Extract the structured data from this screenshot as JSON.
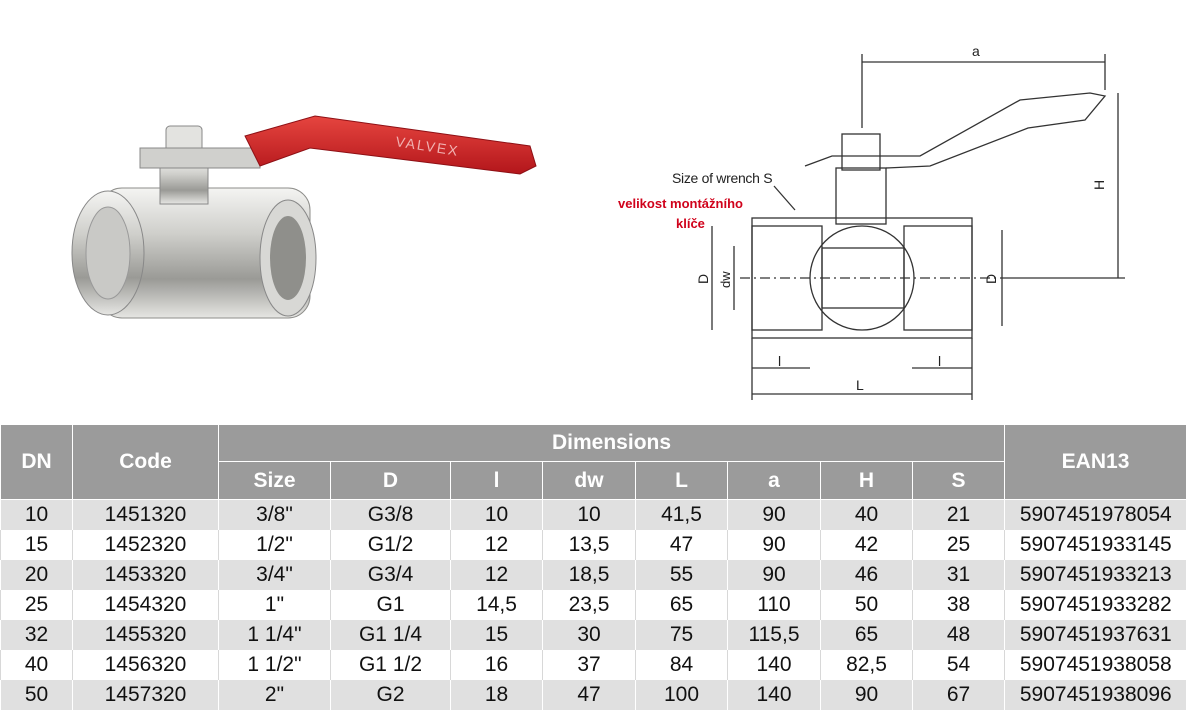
{
  "drawing": {
    "wrench_label": "Size of wrench S",
    "wrench_label_cz_line1": "velikost montážního",
    "wrench_label_cz_line2": "klíče",
    "dim_a": "a",
    "dim_H": "H",
    "dim_D_left": "D",
    "dim_dw": "dw",
    "dim_D_right": "D",
    "dim_l_left": "l",
    "dim_l_right": "l",
    "dim_L": "L",
    "handle_brand": "VALVEX"
  },
  "table": {
    "head": {
      "dn": "DN",
      "code": "Code",
      "dimensions": "Dimensions",
      "ean": "EAN13",
      "sub": [
        "Size",
        "D",
        "l",
        "dw",
        "L",
        "a",
        "H",
        "S"
      ]
    },
    "rows": [
      [
        "10",
        "1451320",
        "3/8\"",
        "G3/8",
        "10",
        "10",
        "41,5",
        "90",
        "40",
        "21",
        "5907451978054"
      ],
      [
        "15",
        "1452320",
        "1/2\"",
        "G1/2",
        "12",
        "13,5",
        "47",
        "90",
        "42",
        "25",
        "5907451933145"
      ],
      [
        "20",
        "1453320",
        "3/4\"",
        "G3/4",
        "12",
        "18,5",
        "55",
        "90",
        "46",
        "31",
        "5907451933213"
      ],
      [
        "25",
        "1454320",
        "1\"",
        "G1",
        "14,5",
        "23,5",
        "65",
        "110",
        "50",
        "38",
        "5907451933282"
      ],
      [
        "32",
        "1455320",
        "1 1/4\"",
        "G1 1/4",
        "15",
        "30",
        "75",
        "115,5",
        "65",
        "48",
        "5907451937631"
      ],
      [
        "40",
        "1456320",
        "1 1/2\"",
        "G1 1/2",
        "16",
        "37",
        "84",
        "140",
        "82,5",
        "54",
        "5907451938058"
      ],
      [
        "50",
        "1457320",
        "2\"",
        "G2",
        "18",
        "47",
        "100",
        "140",
        "90",
        "67",
        "5907451938096"
      ]
    ]
  }
}
